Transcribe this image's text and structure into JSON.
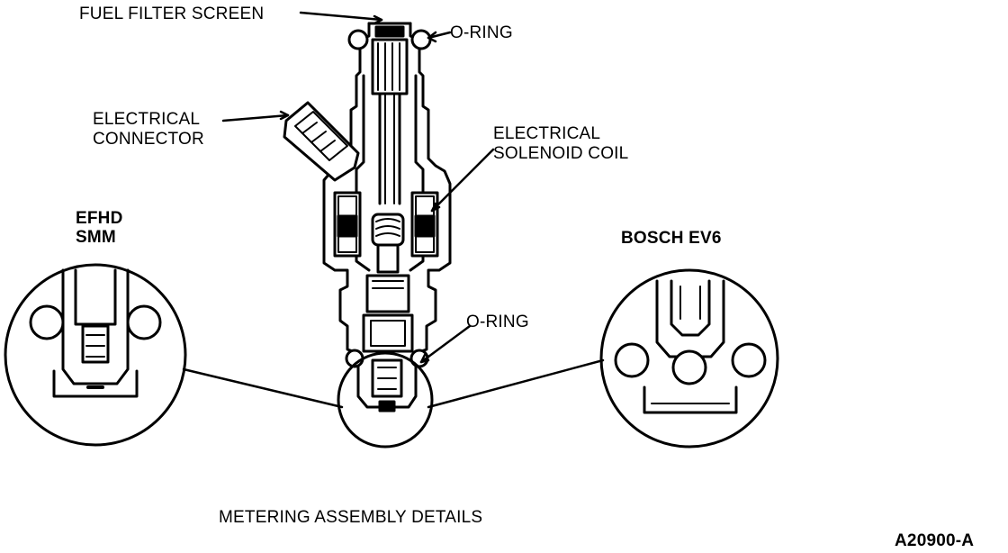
{
  "labels": {
    "fuel_filter_screen": "FUEL FILTER SCREEN",
    "o_ring_top": "O-RING",
    "electrical_connector": [
      "ELECTRICAL",
      "CONNECTOR"
    ],
    "solenoid_coil": [
      "ELECTRICAL",
      "SOLENOID COIL"
    ],
    "o_ring_bottom": "O-RING",
    "efhd_smm": [
      "EFHD",
      "SMM"
    ],
    "bosch_ev6": "BOSCH EV6"
  },
  "caption": "METERING ASSEMBLY DETAILS",
  "figure_id": "A20900-A",
  "colors": {
    "ink": "#000000",
    "paper": "#ffffff"
  }
}
